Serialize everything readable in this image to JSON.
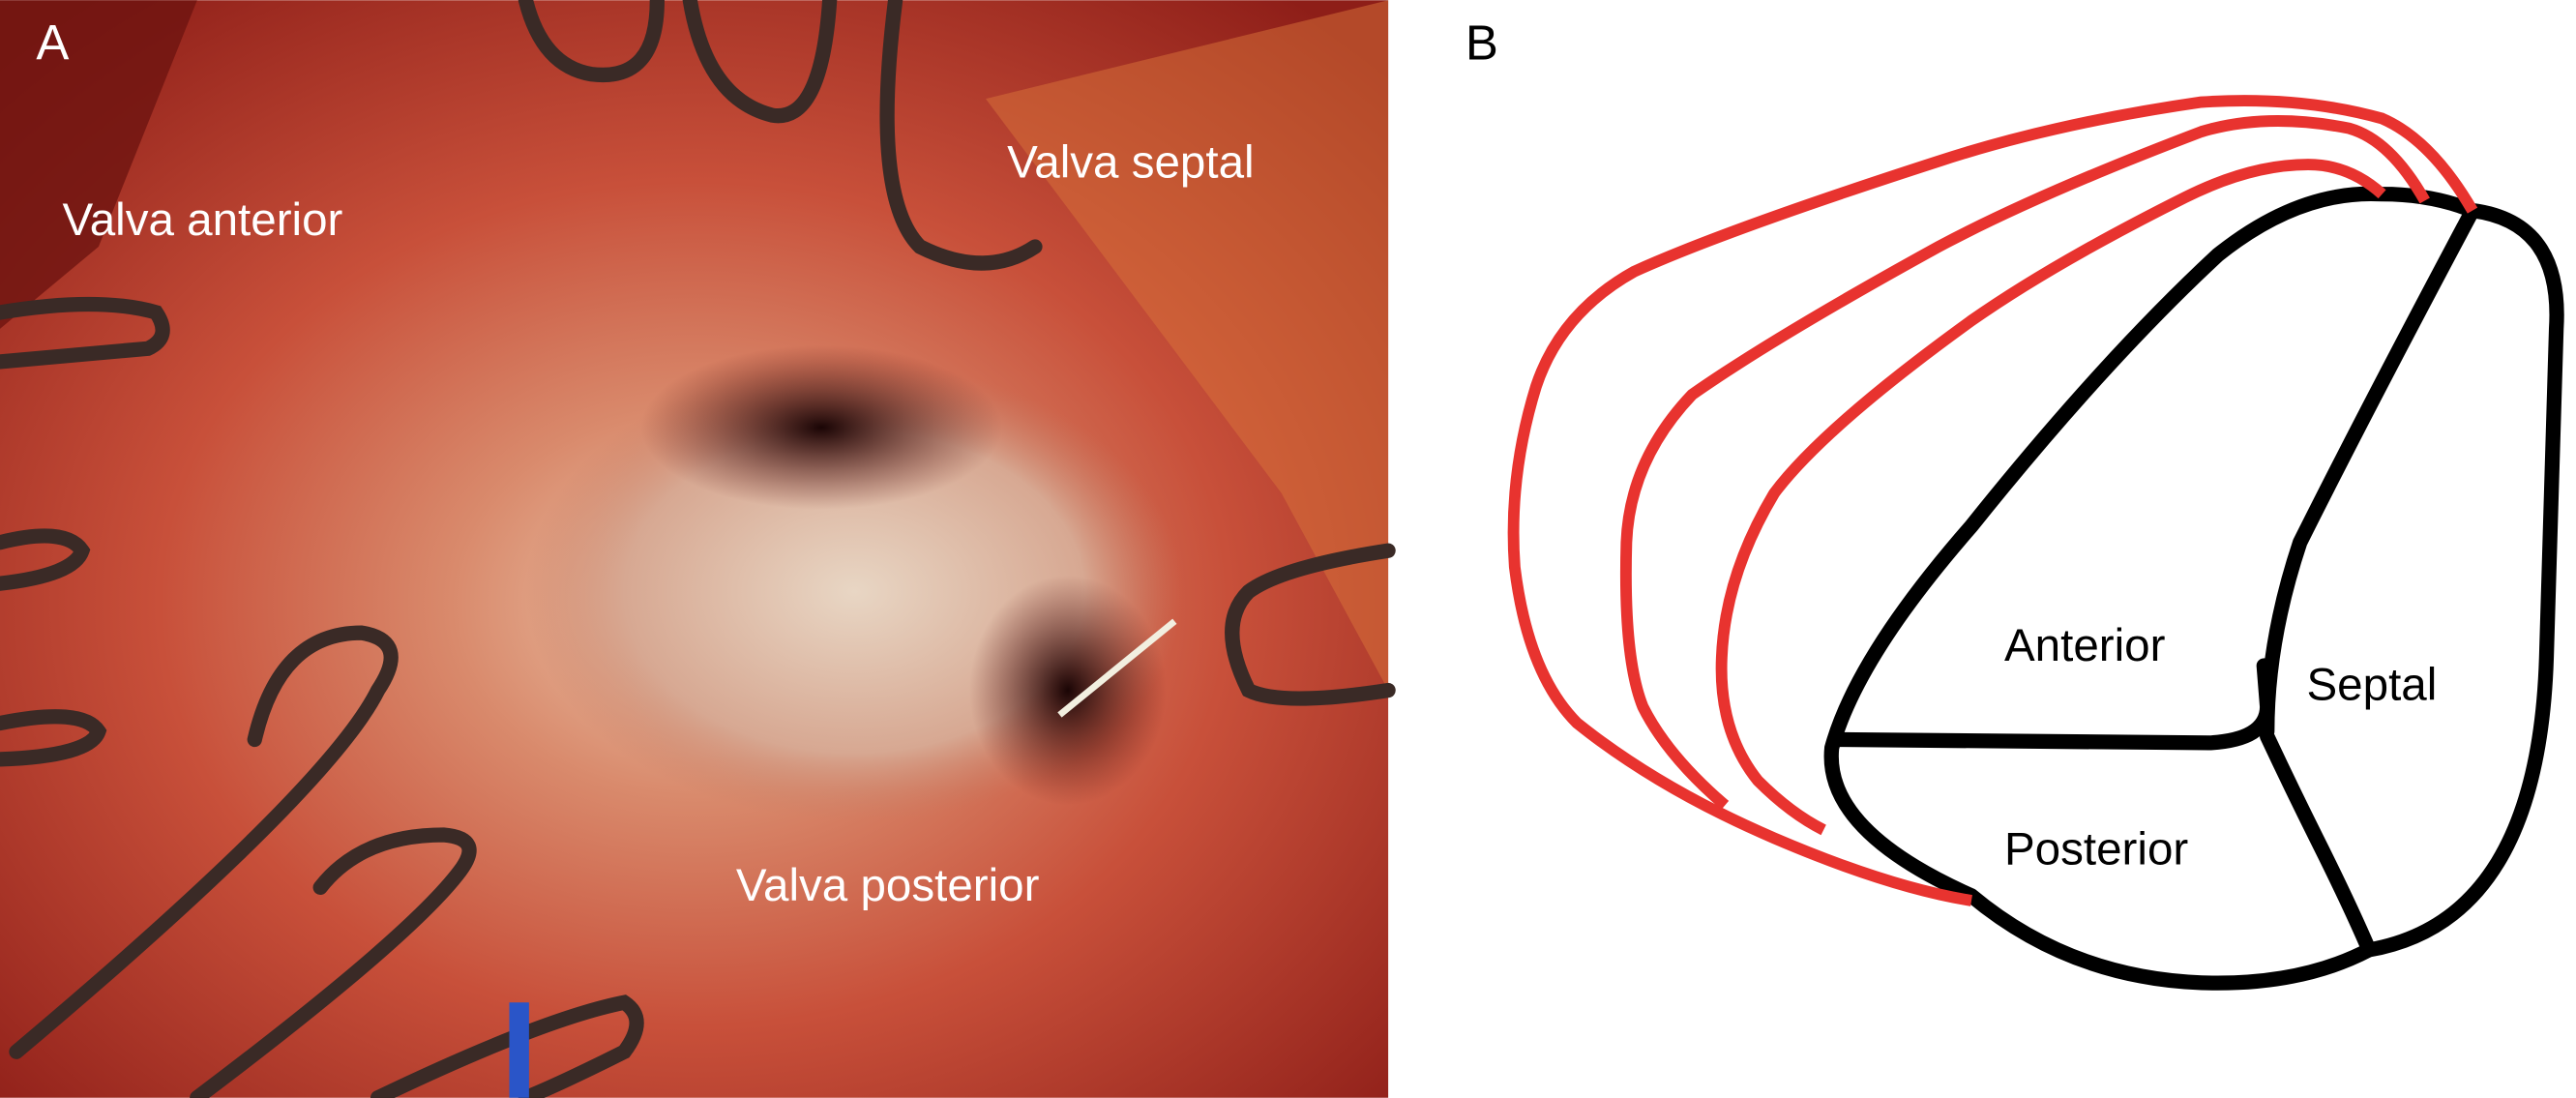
{
  "panel_a": {
    "panel_label": "A",
    "labels": {
      "anterior": "Valva anterior",
      "septal": "Valva septal",
      "posterior": "Valva posterior"
    }
  },
  "panel_b": {
    "panel_label": "B",
    "labels": {
      "anterior": "Anterior",
      "septal": "Septal",
      "posterior": "Posterior"
    },
    "colors": {
      "outline": "#000000",
      "suture": "#e8332f"
    }
  }
}
